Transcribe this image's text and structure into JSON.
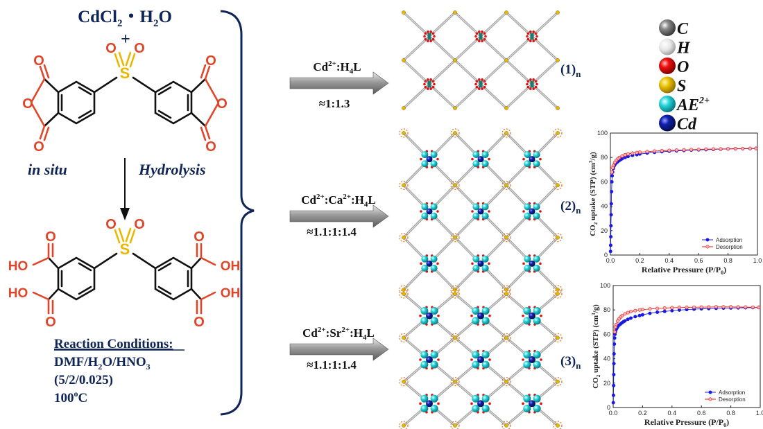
{
  "reactant": {
    "salt": "CdCl",
    "salt_sub": "2",
    "salt_rest": "・H",
    "salt_sub2": "2",
    "salt_end": "O",
    "plus": "+"
  },
  "hydrolysis": {
    "left": "in situ",
    "right": "Hydrolysis"
  },
  "atoms": {
    "O": "O",
    "S": "S",
    "HO": "HO",
    "OH": "OH"
  },
  "conditions": {
    "title": "Reaction Conditions:",
    "solvent_a": "DMF/H",
    "solvent_sub1": "2",
    "solvent_b": "O/HNO",
    "solvent_sub2": "3",
    "ratio": "(5/2/0.025)",
    "temp_num": "100",
    "temp_sup": "o",
    "temp_unit": "C"
  },
  "reactions": [
    {
      "ratio_label_a": "Cd",
      "ion_sup": "2+",
      "ratio_label_b": ":H",
      "ligand_sub": "4",
      "ratio_label_c": "L",
      "ratio": "≈1:1.3",
      "product_main": "(1)",
      "product_sub": "n"
    },
    {
      "ratio_label_a": "Cd",
      "ion_sup": "2+",
      "ratio_label_b": ":Ca",
      "ion_sup2": "2+",
      "ratio_label_c": ":H",
      "ligand_sub": "4",
      "ratio_label_d": "L",
      "ratio": "≈1.1:1:1.4",
      "product_main": "(2)",
      "product_sub": "n"
    },
    {
      "ratio_label_a": "Cd",
      "ion_sup": "2+",
      "ratio_label_b": ":Sr",
      "ion_sup2": "2+",
      "ratio_label_c": ":H",
      "ligand_sub": "4",
      "ratio_label_d": "L",
      "ratio": "≈1.1:1:1.4",
      "product_main": "(3)",
      "product_sub": "n"
    }
  ],
  "legend": [
    {
      "label": "C",
      "color": "#6b6b6b"
    },
    {
      "label": "H",
      "color": "#dcdcdc"
    },
    {
      "label": "O",
      "color": "#e01010"
    },
    {
      "label": "S",
      "color": "#e8c000"
    },
    {
      "label": "AE",
      "sup": "2+",
      "color": "#22d3d8"
    },
    {
      "label": "Cd",
      "color": "#0a1a8c"
    }
  ],
  "chart_data": [
    {
      "type": "scatter",
      "xlabel": "Relative Pressure (P/P",
      "xlabel_sub": "0",
      "xlabel_end": ")",
      "ylabel": "CO",
      "ylabel_sub": "2",
      "ylabel_end": " uptake (STP) (cm",
      "ylabel_sup": "3",
      "ylabel_tail": "/g)",
      "xlim": [
        0,
        1.0
      ],
      "ylim": [
        0,
        100
      ],
      "xticks": [
        "0.0",
        "0.2",
        "0.4",
        "0.6",
        "0.8",
        "1.0"
      ],
      "yticks": [
        "0",
        "20",
        "40",
        "60",
        "80",
        "100"
      ],
      "legend": "bottom-right",
      "series": [
        {
          "name": "Adsorption",
          "color": "#1a1ae6",
          "x": [
            0.001,
            0.002,
            0.003,
            0.004,
            0.005,
            0.006,
            0.008,
            0.01,
            0.012,
            0.015,
            0.02,
            0.025,
            0.03,
            0.04,
            0.05,
            0.06,
            0.07,
            0.08,
            0.1,
            0.12,
            0.15,
            0.18,
            0.2,
            0.25,
            0.3,
            0.35,
            0.4,
            0.45,
            0.5,
            0.55,
            0.6,
            0.65,
            0.7,
            0.75,
            0.8,
            0.85,
            0.9,
            0.95,
            0.99
          ],
          "y": [
            3,
            8,
            15,
            24,
            33,
            42,
            52,
            60,
            65,
            68,
            71,
            73,
            74,
            75.5,
            76.5,
            77.5,
            78.3,
            79,
            80,
            80.8,
            81.7,
            82.3,
            82.8,
            83.6,
            84.2,
            84.7,
            85.1,
            85.4,
            85.7,
            86,
            86.2,
            86.4,
            86.6,
            86.8,
            87,
            87.1,
            87.2,
            87.3,
            87.4
          ]
        },
        {
          "name": "Desorption",
          "color": "#e61a1a",
          "x": [
            0.99,
            0.95,
            0.9,
            0.85,
            0.8,
            0.75,
            0.7,
            0.65,
            0.6,
            0.55,
            0.5,
            0.45,
            0.4,
            0.35,
            0.3,
            0.25,
            0.2,
            0.18,
            0.15,
            0.12,
            0.1,
            0.08,
            0.06,
            0.05,
            0.04,
            0.03,
            0.02,
            0.015,
            0.01
          ],
          "y": [
            87.4,
            87.4,
            87.3,
            87.2,
            87.1,
            87,
            86.9,
            86.8,
            86.6,
            86.4,
            86.2,
            86,
            85.8,
            85.5,
            85.2,
            84.8,
            84.3,
            84,
            83.5,
            82.8,
            82.1,
            81.2,
            79.8,
            78.8,
            77.6,
            76,
            73.5,
            71.5,
            68
          ]
        }
      ]
    },
    {
      "type": "scatter",
      "xlabel": "Relative Pressure (P/P",
      "xlabel_sub": "0",
      "xlabel_end": ")",
      "ylabel": "CO",
      "ylabel_sub": "2",
      "ylabel_end": " uptake (STP) (cm",
      "ylabel_sup": "3",
      "ylabel_tail": "/g)",
      "xlim": [
        0,
        1.0
      ],
      "ylim": [
        0,
        100
      ],
      "xticks": [
        "0.0",
        "0.2",
        "0.4",
        "0.6",
        "0.8",
        "1.0"
      ],
      "yticks": [
        "0",
        "20",
        "40",
        "60",
        "80",
        "100"
      ],
      "legend": "bottom-right",
      "series": [
        {
          "name": "Adsorption",
          "color": "#1a1ae6",
          "x": [
            0.001,
            0.002,
            0.003,
            0.004,
            0.005,
            0.006,
            0.008,
            0.01,
            0.012,
            0.015,
            0.02,
            0.025,
            0.03,
            0.04,
            0.05,
            0.06,
            0.07,
            0.08,
            0.1,
            0.12,
            0.15,
            0.18,
            0.2,
            0.25,
            0.3,
            0.35,
            0.4,
            0.45,
            0.5,
            0.55,
            0.6,
            0.65,
            0.7,
            0.75,
            0.8,
            0.85,
            0.9,
            0.95,
            0.99
          ],
          "y": [
            4,
            10,
            18,
            27,
            36,
            44,
            52,
            57,
            60,
            62,
            64,
            65,
            66,
            67.5,
            68.5,
            69.5,
            70.3,
            71,
            72.3,
            73.3,
            74.5,
            75.4,
            76,
            77.2,
            78.1,
            78.8,
            79.4,
            79.9,
            80.3,
            80.6,
            80.9,
            81.1,
            81.3,
            81.5,
            81.6,
            81.7,
            81.8,
            81.9,
            82
          ]
        },
        {
          "name": "Desorption",
          "color": "#e61a1a",
          "x": [
            0.99,
            0.95,
            0.9,
            0.85,
            0.8,
            0.75,
            0.7,
            0.65,
            0.6,
            0.55,
            0.5,
            0.45,
            0.4,
            0.35,
            0.3,
            0.25,
            0.2,
            0.18,
            0.15,
            0.12,
            0.1,
            0.08,
            0.06,
            0.05,
            0.04,
            0.03,
            0.02,
            0.015,
            0.01
          ],
          "y": [
            82,
            82.2,
            82.3,
            82.4,
            82.5,
            82.5,
            82.5,
            82.4,
            82.3,
            82.2,
            82.1,
            82,
            81.8,
            81.5,
            81.2,
            80.8,
            80.3,
            80,
            79.4,
            78.6,
            77.8,
            76.8,
            75.2,
            74,
            72.6,
            70.8,
            68,
            66,
            62
          ]
        }
      ]
    }
  ]
}
